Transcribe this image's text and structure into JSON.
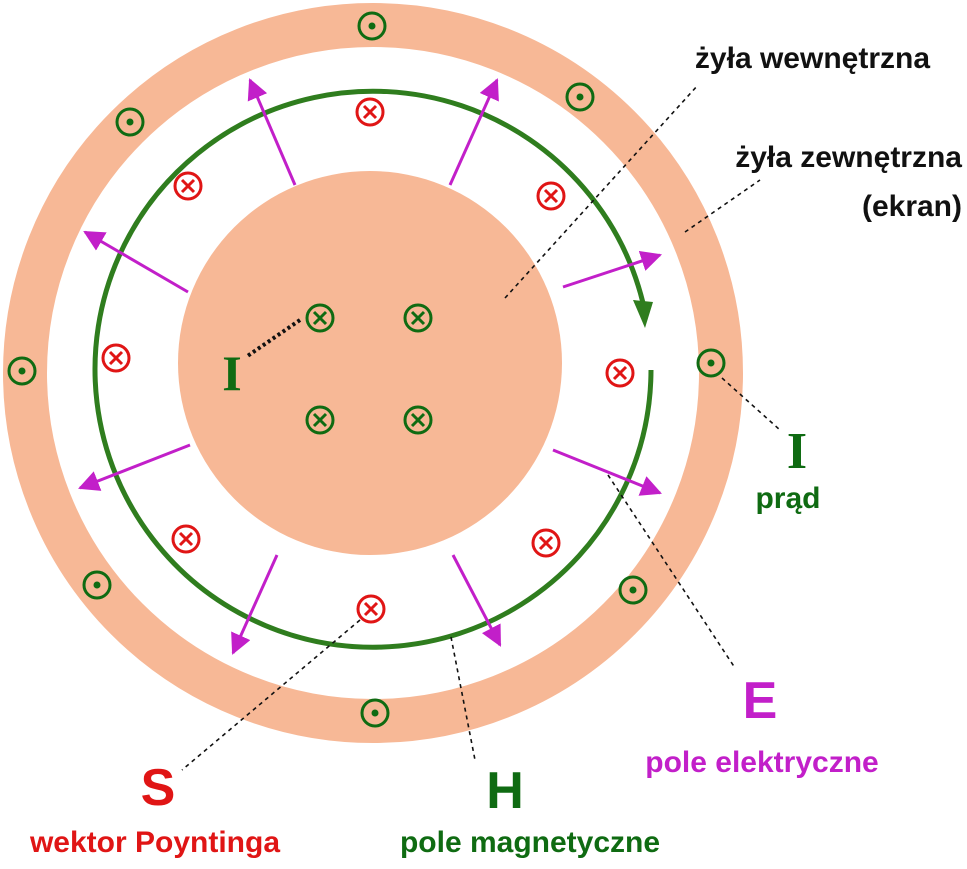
{
  "colors": {
    "conductor": "#f7b896",
    "current_green": "#0f6b12",
    "h_field_green": "#2f7d1e",
    "e_field_magenta": "#c21fc9",
    "s_red": "#e01515",
    "leader": "#111111"
  },
  "labels": {
    "inner_conductor": "żyła wewnętrzna",
    "outer_conductor_line1": "żyła zewnętrzna",
    "outer_conductor_line2": "(ekran)",
    "current_symbol_inner": "I",
    "current_symbol": "I",
    "current_name": "prąd",
    "e_symbol": "E",
    "e_name": "pole elektryczne",
    "s_symbol": "S",
    "s_name": "wektor Poyntinga",
    "h_symbol": "H",
    "h_name": "pole magnetyczne"
  },
  "markers": {
    "into_page_icon": "circle-cross-icon",
    "out_of_page_icon": "circle-dot-icon"
  }
}
